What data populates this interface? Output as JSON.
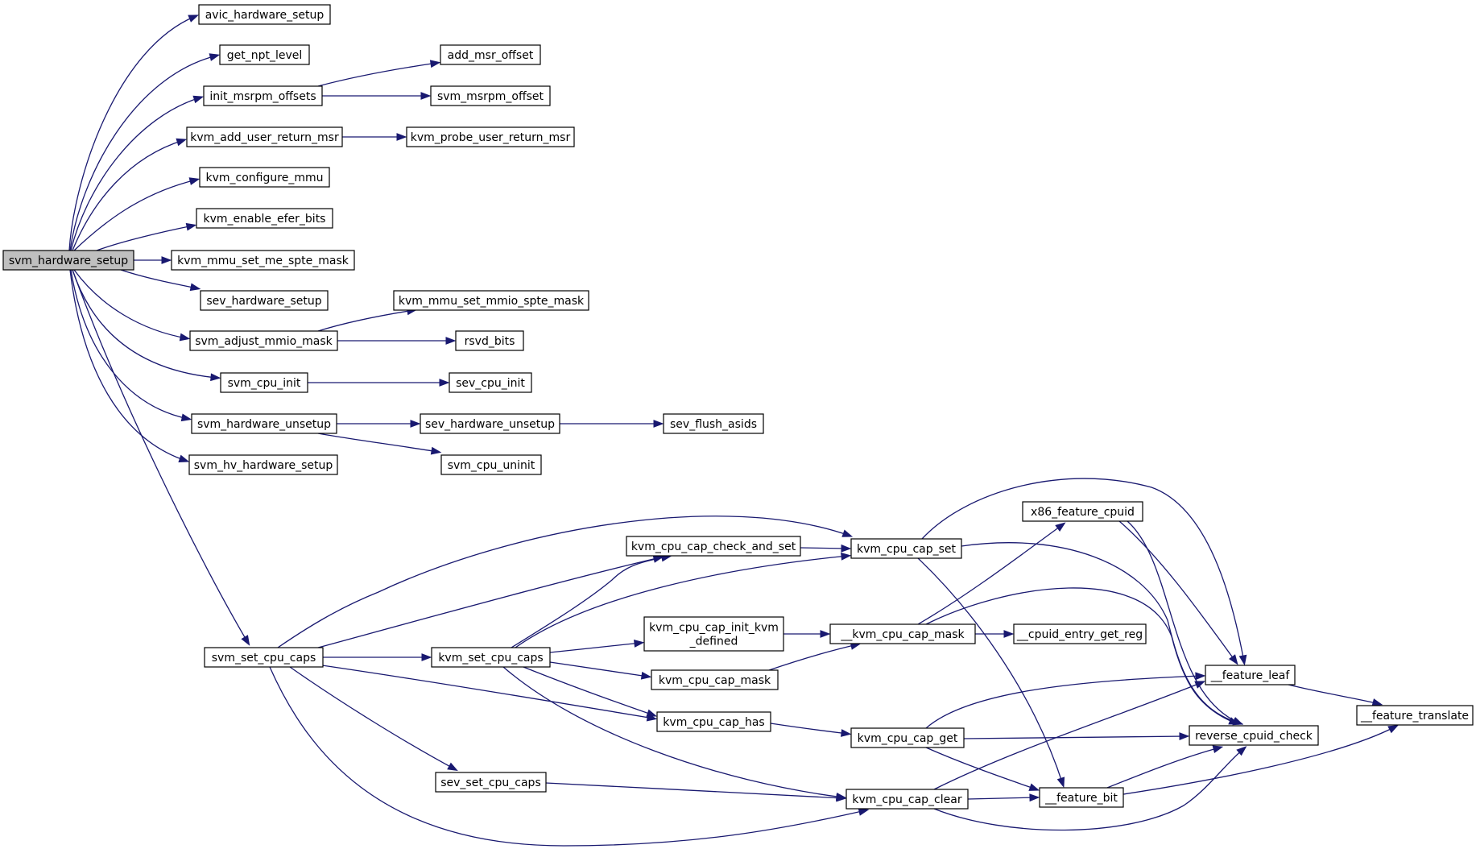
{
  "colors": {
    "edge": "#191970",
    "node_border": "#000000",
    "node_fill": "#ffffff",
    "root_fill": "#bfbfbf"
  },
  "nodes": [
    {
      "id": "svm_hardware_setup",
      "lines": [
        "svm_hardware_setup"
      ],
      "root": true
    },
    {
      "id": "avic_hardware_setup",
      "lines": [
        "avic_hardware_setup"
      ]
    },
    {
      "id": "get_npt_level",
      "lines": [
        "get_npt_level"
      ]
    },
    {
      "id": "init_msrpm_offsets",
      "lines": [
        "init_msrpm_offsets"
      ]
    },
    {
      "id": "add_msr_offset",
      "lines": [
        "add_msr_offset"
      ]
    },
    {
      "id": "svm_msrpm_offset",
      "lines": [
        "svm_msrpm_offset"
      ]
    },
    {
      "id": "kvm_add_user_return_msr",
      "lines": [
        "kvm_add_user_return_msr"
      ]
    },
    {
      "id": "kvm_probe_user_return_msr",
      "lines": [
        "kvm_probe_user_return_msr"
      ]
    },
    {
      "id": "kvm_configure_mmu",
      "lines": [
        "kvm_configure_mmu"
      ]
    },
    {
      "id": "kvm_enable_efer_bits",
      "lines": [
        "kvm_enable_efer_bits"
      ]
    },
    {
      "id": "kvm_mmu_set_me_spte_mask",
      "lines": [
        "kvm_mmu_set_me_spte_mask"
      ]
    },
    {
      "id": "sev_hardware_setup",
      "lines": [
        "sev_hardware_setup"
      ]
    },
    {
      "id": "kvm_mmu_set_mmio_spte_mask",
      "lines": [
        "kvm_mmu_set_mmio_spte_mask"
      ]
    },
    {
      "id": "svm_adjust_mmio_mask",
      "lines": [
        "svm_adjust_mmio_mask"
      ]
    },
    {
      "id": "rsvd_bits",
      "lines": [
        "rsvd_bits"
      ]
    },
    {
      "id": "svm_cpu_init",
      "lines": [
        "svm_cpu_init"
      ]
    },
    {
      "id": "sev_cpu_init",
      "lines": [
        "sev_cpu_init"
      ]
    },
    {
      "id": "svm_hardware_unsetup",
      "lines": [
        "svm_hardware_unsetup"
      ]
    },
    {
      "id": "sev_hardware_unsetup",
      "lines": [
        "sev_hardware_unsetup"
      ]
    },
    {
      "id": "sev_flush_asids",
      "lines": [
        "sev_flush_asids"
      ]
    },
    {
      "id": "svm_hv_hardware_setup",
      "lines": [
        "svm_hv_hardware_setup"
      ]
    },
    {
      "id": "svm_cpu_uninit",
      "lines": [
        "svm_cpu_uninit"
      ]
    },
    {
      "id": "svm_set_cpu_caps",
      "lines": [
        "svm_set_cpu_caps"
      ]
    },
    {
      "id": "kvm_set_cpu_caps",
      "lines": [
        "kvm_set_cpu_caps"
      ]
    },
    {
      "id": "kvm_cpu_cap_check_and_set",
      "lines": [
        "kvm_cpu_cap_check_and_set"
      ]
    },
    {
      "id": "kvm_cpu_cap_set",
      "lines": [
        "kvm_cpu_cap_set"
      ]
    },
    {
      "id": "x86_feature_cpuid",
      "lines": [
        "x86_feature_cpuid"
      ]
    },
    {
      "id": "kvm_cpu_cap_init_kvm_defined",
      "lines": [
        "kvm_cpu_cap_init_kvm",
        "_defined"
      ]
    },
    {
      "id": "__kvm_cpu_cap_mask",
      "lines": [
        "__kvm_cpu_cap_mask"
      ]
    },
    {
      "id": "__cpuid_entry_get_reg",
      "lines": [
        "__cpuid_entry_get_reg"
      ]
    },
    {
      "id": "kvm_cpu_cap_mask",
      "lines": [
        "kvm_cpu_cap_mask"
      ]
    },
    {
      "id": "__feature_leaf",
      "lines": [
        "__feature_leaf"
      ]
    },
    {
      "id": "__feature_translate",
      "lines": [
        "__feature_translate"
      ]
    },
    {
      "id": "kvm_cpu_cap_has",
      "lines": [
        "kvm_cpu_cap_has"
      ]
    },
    {
      "id": "kvm_cpu_cap_get",
      "lines": [
        "kvm_cpu_cap_get"
      ]
    },
    {
      "id": "reverse_cpuid_check",
      "lines": [
        "reverse_cpuid_check"
      ]
    },
    {
      "id": "sev_set_cpu_caps",
      "lines": [
        "sev_set_cpu_caps"
      ]
    },
    {
      "id": "kvm_cpu_cap_clear",
      "lines": [
        "kvm_cpu_cap_clear"
      ]
    },
    {
      "id": "__feature_bit",
      "lines": [
        "__feature_bit"
      ]
    }
  ],
  "edges": [
    [
      "svm_hardware_setup",
      "avic_hardware_setup"
    ],
    [
      "svm_hardware_setup",
      "get_npt_level"
    ],
    [
      "svm_hardware_setup",
      "init_msrpm_offsets"
    ],
    [
      "svm_hardware_setup",
      "kvm_add_user_return_msr"
    ],
    [
      "svm_hardware_setup",
      "kvm_configure_mmu"
    ],
    [
      "svm_hardware_setup",
      "kvm_enable_efer_bits"
    ],
    [
      "svm_hardware_setup",
      "kvm_mmu_set_me_spte_mask"
    ],
    [
      "svm_hardware_setup",
      "sev_hardware_setup"
    ],
    [
      "svm_hardware_setup",
      "svm_adjust_mmio_mask"
    ],
    [
      "svm_hardware_setup",
      "svm_cpu_init"
    ],
    [
      "svm_hardware_setup",
      "svm_hardware_unsetup"
    ],
    [
      "svm_hardware_setup",
      "svm_hv_hardware_setup"
    ],
    [
      "svm_hardware_setup",
      "svm_set_cpu_caps"
    ],
    [
      "init_msrpm_offsets",
      "add_msr_offset"
    ],
    [
      "init_msrpm_offsets",
      "svm_msrpm_offset"
    ],
    [
      "kvm_add_user_return_msr",
      "kvm_probe_user_return_msr"
    ],
    [
      "svm_adjust_mmio_mask",
      "kvm_mmu_set_mmio_spte_mask"
    ],
    [
      "svm_adjust_mmio_mask",
      "rsvd_bits"
    ],
    [
      "svm_cpu_init",
      "sev_cpu_init"
    ],
    [
      "svm_hardware_unsetup",
      "sev_hardware_unsetup"
    ],
    [
      "svm_hardware_unsetup",
      "svm_cpu_uninit"
    ],
    [
      "sev_hardware_unsetup",
      "sev_flush_asids"
    ],
    [
      "svm_set_cpu_caps",
      "kvm_cpu_cap_set"
    ],
    [
      "svm_set_cpu_caps",
      "kvm_cpu_cap_check_and_set"
    ],
    [
      "svm_set_cpu_caps",
      "kvm_set_cpu_caps"
    ],
    [
      "svm_set_cpu_caps",
      "kvm_cpu_cap_has"
    ],
    [
      "svm_set_cpu_caps",
      "sev_set_cpu_caps"
    ],
    [
      "svm_set_cpu_caps",
      "kvm_cpu_cap_clear"
    ],
    [
      "kvm_set_cpu_caps",
      "kvm_cpu_cap_check_and_set"
    ],
    [
      "kvm_set_cpu_caps",
      "kvm_cpu_cap_set"
    ],
    [
      "kvm_set_cpu_caps",
      "kvm_cpu_cap_init_kvm_defined"
    ],
    [
      "kvm_set_cpu_caps",
      "kvm_cpu_cap_mask"
    ],
    [
      "kvm_set_cpu_caps",
      "kvm_cpu_cap_has"
    ],
    [
      "kvm_set_cpu_caps",
      "kvm_cpu_cap_clear"
    ],
    [
      "kvm_cpu_cap_check_and_set",
      "kvm_cpu_cap_set"
    ],
    [
      "kvm_cpu_cap_set",
      "__feature_leaf"
    ],
    [
      "kvm_cpu_cap_set",
      "reverse_cpuid_check"
    ],
    [
      "kvm_cpu_cap_set",
      "__feature_bit"
    ],
    [
      "kvm_cpu_cap_init_kvm_defined",
      "__kvm_cpu_cap_mask"
    ],
    [
      "kvm_cpu_cap_mask",
      "__kvm_cpu_cap_mask"
    ],
    [
      "__kvm_cpu_cap_mask",
      "x86_feature_cpuid"
    ],
    [
      "__kvm_cpu_cap_mask",
      "reverse_cpuid_check"
    ],
    [
      "__kvm_cpu_cap_mask",
      "__cpuid_entry_get_reg"
    ],
    [
      "x86_feature_cpuid",
      "__feature_leaf"
    ],
    [
      "x86_feature_cpuid",
      "reverse_cpuid_check"
    ],
    [
      "kvm_cpu_cap_has",
      "kvm_cpu_cap_get"
    ],
    [
      "kvm_cpu_cap_get",
      "__feature_leaf"
    ],
    [
      "kvm_cpu_cap_get",
      "reverse_cpuid_check"
    ],
    [
      "kvm_cpu_cap_get",
      "__feature_bit"
    ],
    [
      "sev_set_cpu_caps",
      "kvm_cpu_cap_clear"
    ],
    [
      "kvm_cpu_cap_clear",
      "__feature_leaf"
    ],
    [
      "kvm_cpu_cap_clear",
      "__feature_bit"
    ],
    [
      "kvm_cpu_cap_clear",
      "reverse_cpuid_check"
    ],
    [
      "__feature_leaf",
      "__feature_translate"
    ],
    [
      "__feature_bit",
      "reverse_cpuid_check"
    ],
    [
      "__feature_bit",
      "__feature_translate"
    ]
  ]
}
